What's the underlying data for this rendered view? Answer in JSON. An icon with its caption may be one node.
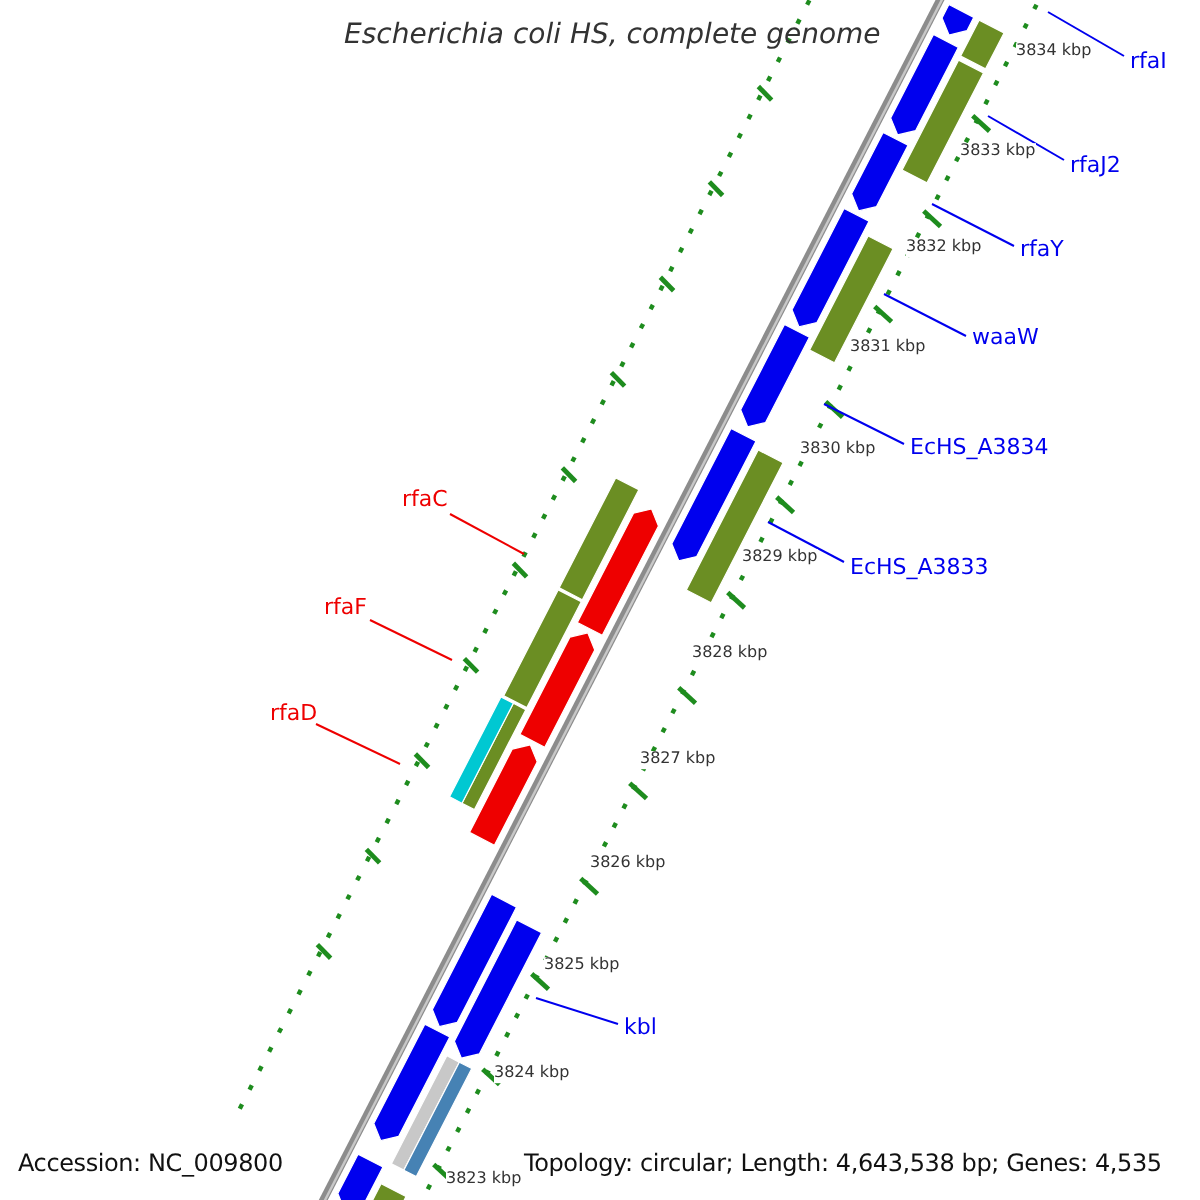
{
  "diagram": {
    "title": "Escherichia coli HS, complete genome",
    "nodes": [
      {
        "text": [
          "rfaI"
        ]
      },
      {
        "text": [
          "rfaJ2"
        ]
      },
      {
        "text": [
          "rfaY"
        ]
      },
      {
        "text": [
          "waaW"
        ]
      },
      {
        "text": [
          "EcHS_A3834"
        ]
      },
      {
        "text": [
          "rfaC"
        ]
      },
      {
        "text": [
          "EcHS_A3833"
        ]
      },
      {
        "text": [
          "rfaF"
        ]
      },
      {
        "text": [
          "rfaD"
        ]
      },
      {
        "text": [
          "kbl"
        ]
      }
    ],
    "edges": [
      {
        "from": 0,
        "to": null,
        "arrow": "none"
      },
      {
        "from": 1,
        "to": null,
        "arrow": "none"
      },
      {
        "from": 2,
        "to": null,
        "arrow": "none"
      },
      {
        "from": 3,
        "to": null,
        "arrow": "none"
      },
      {
        "from": 4,
        "to": null,
        "arrow": "none"
      },
      {
        "from": 5,
        "to": null,
        "arrow": "none",
        "color": "#ee0000"
      },
      {
        "from": 6,
        "to": null,
        "arrow": "none"
      },
      {
        "from": 7,
        "to": null,
        "arrow": "none",
        "color": "#ee0000"
      },
      {
        "from": 8,
        "to": null,
        "arrow": "none",
        "color": "#ee0000"
      },
      {
        "from": 9,
        "to": null,
        "arrow": "none"
      }
    ],
    "labels": [
      "3834 kbp",
      "3833 kbp",
      "3832 kbp",
      "3831 kbp",
      "3830 kbp",
      "3829 kbp",
      "3828 kbp",
      "3827 kbp",
      "3826 kbp",
      "3825 kbp",
      "3824 kbp",
      "3823 kbp",
      "Accession: NC_009800",
      "Topology: circular; Length: 4,643,538 bp; Genes: 4,535"
    ]
  }
}
